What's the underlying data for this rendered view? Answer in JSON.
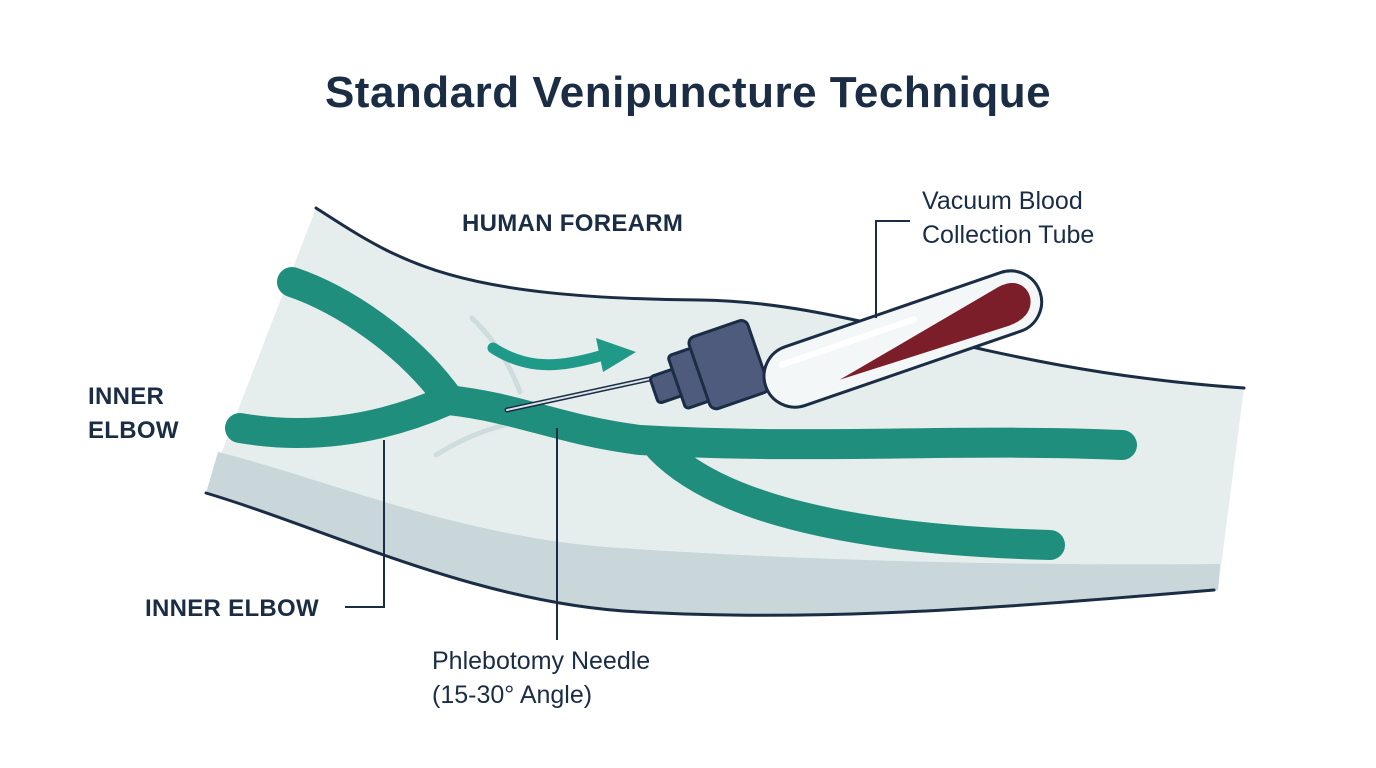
{
  "title": "Standard Venipuncture Technique",
  "labels": {
    "forearm": "HUMAN FOREARM",
    "inner_elbow_left": [
      "INNER",
      "ELBOW"
    ],
    "inner_elbow_bottom": "INNER ELBOW",
    "needle": [
      "Phlebotomy Needle",
      "(15-30° Angle)"
    ],
    "tube": [
      "Vacuum Blood",
      "Collection Tube"
    ]
  },
  "colors": {
    "text": "#1b2d45",
    "arm_fill": "#e6eded",
    "arm_shadow": "#c9d6da",
    "arm_outline": "#1b2d45",
    "vein": "#1f8e7d",
    "blood": "#7c1d2a",
    "hub": "#4f5b7c",
    "arrow": "#1f9a88"
  }
}
